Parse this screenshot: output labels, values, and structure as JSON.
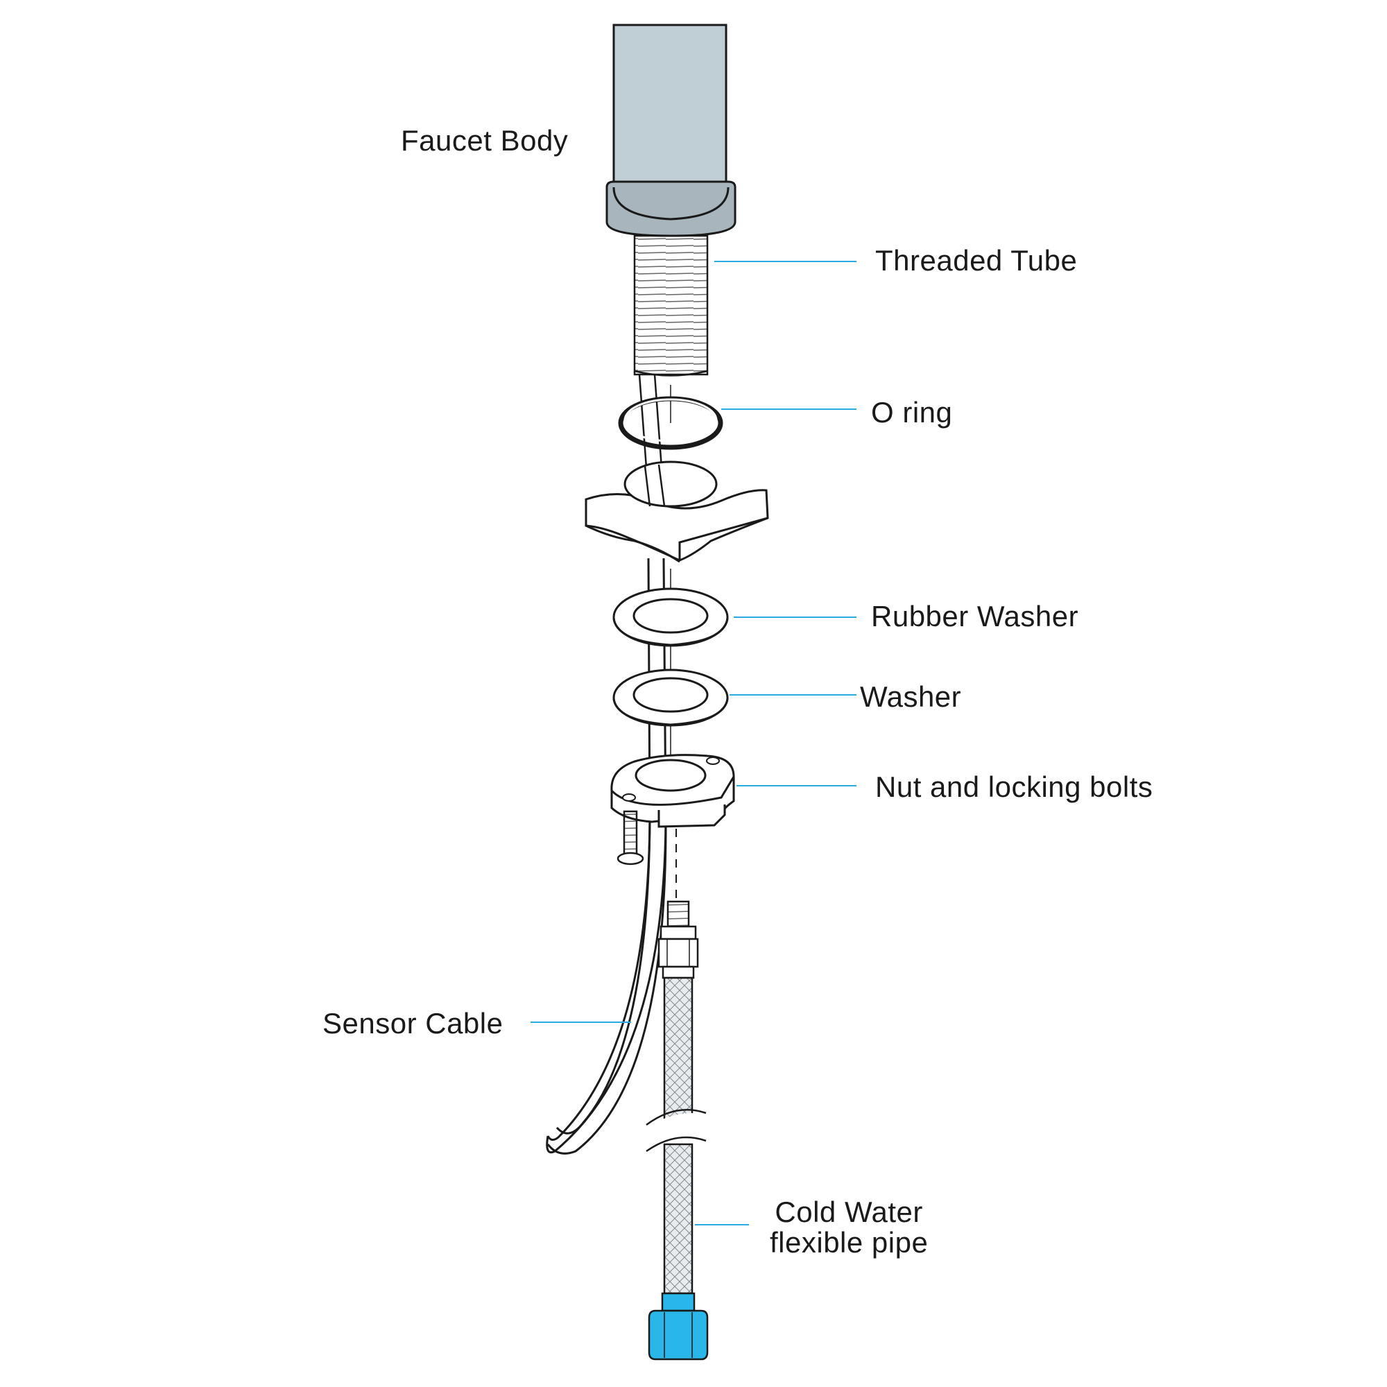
{
  "labels": {
    "faucet_body": "Faucet Body",
    "threaded_tube": "Threaded Tube",
    "o_ring": "O ring",
    "rubber_washer": "Rubber Washer",
    "washer": "Washer",
    "nut_bolts": "Nut and locking bolts",
    "sensor_cable": "Sensor Cable",
    "cold_water_pipe": "Cold Water\nflexible pipe"
  },
  "colors": {
    "outline": "#1a1a1a",
    "faucet_body_fill": "#c0ced6",
    "flange_fill": "#a9b5bd",
    "leader_line": "#29abe2",
    "hose_nut": "#29b6e8",
    "hose_braid": "#e9ecee"
  }
}
